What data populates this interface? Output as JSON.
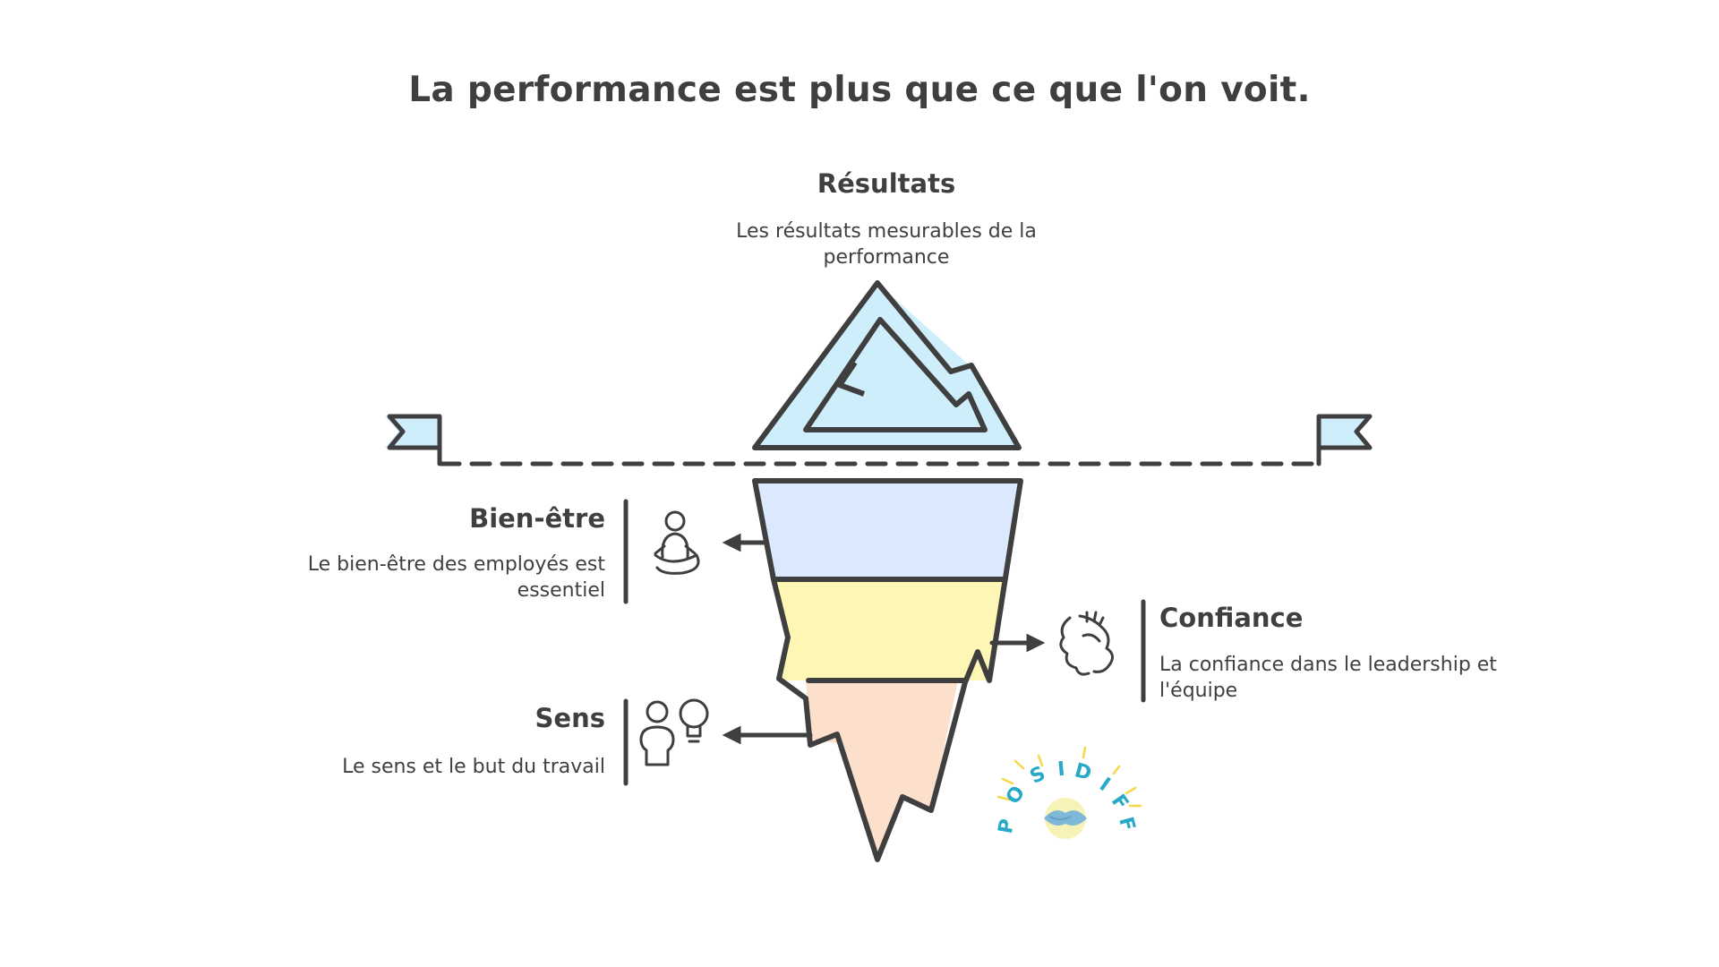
{
  "title": "La performance est plus que ce que l'on voit.",
  "top": {
    "heading": "Résultats",
    "description": "Les résultats mesurables de la performance"
  },
  "layers": [
    {
      "id": "bien-etre",
      "heading": "Bien-être",
      "description": "Le bien-être des employés est essentiel",
      "icon": "meditation-person-icon",
      "color": "#dbe8fd",
      "side": "left"
    },
    {
      "id": "confiance",
      "heading": "Confiance",
      "description": "La confiance dans le leadership et l'équipe",
      "icon": "handshake-icon",
      "color": "#fdf6b4",
      "side": "right"
    },
    {
      "id": "sens",
      "heading": "Sens",
      "description": "Le sens et le but du travail",
      "icon": "person-lightbulb-icon",
      "color": "#fde0cc",
      "side": "left"
    }
  ],
  "colors": {
    "ink": "#3f3f3f",
    "ice_tip": "#cfeefc",
    "logo_text": "#27a9c7",
    "logo_rays": "#f4d84a"
  },
  "logo": {
    "text": "POSIDIFF"
  }
}
